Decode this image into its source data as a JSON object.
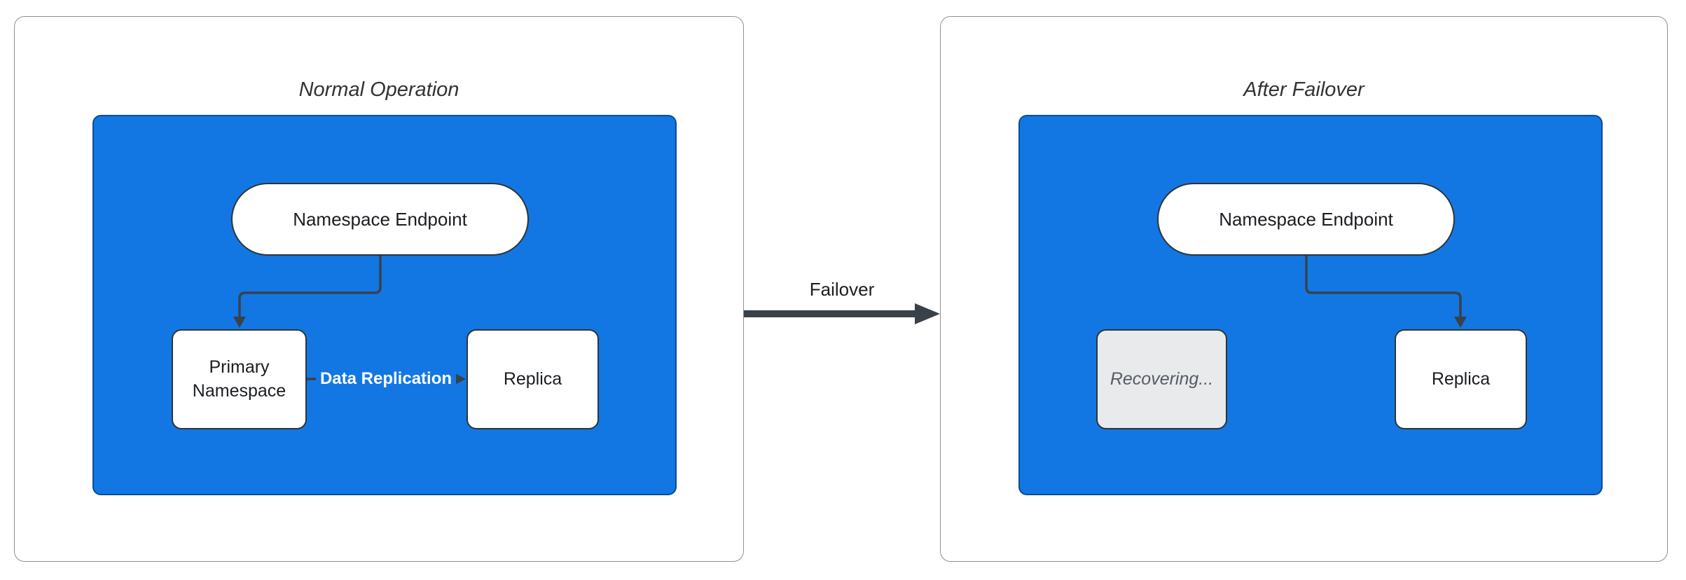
{
  "colors": {
    "blue": "#1277E3",
    "edge_dark": "#394149",
    "node_border": "#2F3437",
    "panel_border": "#8C9196",
    "recovering_fill": "#E8EAEC",
    "recovering_text": "#565C64",
    "title_text": "#333333",
    "node_text": "#1A1D21",
    "edge_label_text": "#FFFFFF"
  },
  "left_panel": {
    "title": "Normal Operation",
    "endpoint_label": "Namespace Endpoint",
    "primary_label": "Primary Namespace",
    "replica_label": "Replica",
    "replication_edge_label": "Data Replication"
  },
  "failover": {
    "label": "Failover"
  },
  "right_panel": {
    "title": "After Failover",
    "endpoint_label": "Namespace Endpoint",
    "recovering_label": "Recovering...",
    "replica_label": "Replica"
  }
}
